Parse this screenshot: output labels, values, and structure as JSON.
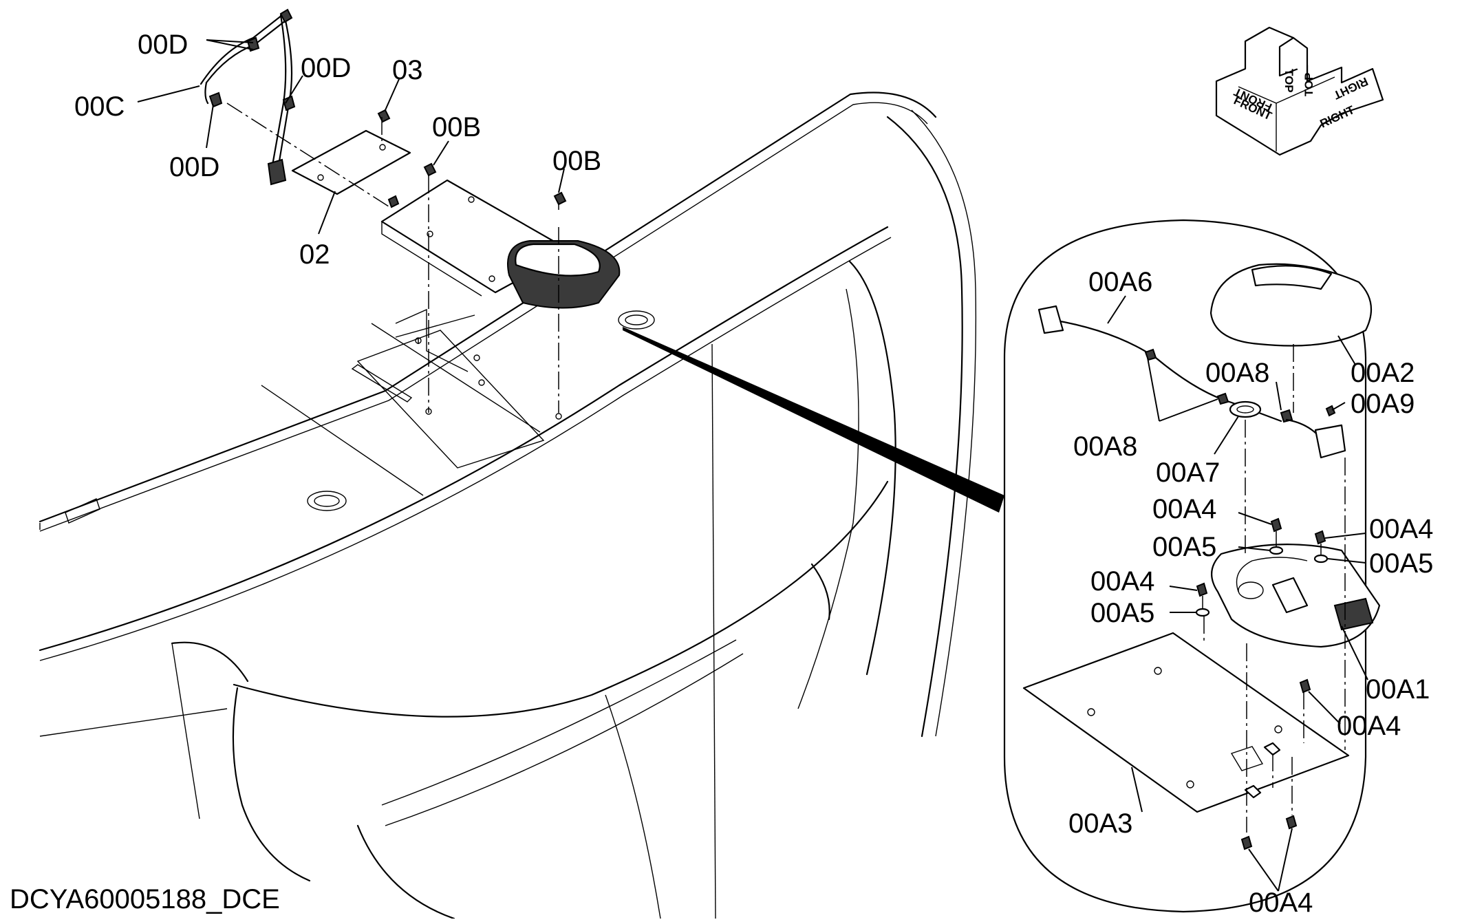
{
  "drawing_id": "DCYA60005188_DCE",
  "compass": {
    "front": "FRONT",
    "top": "TOP",
    "right": "RIGHT"
  },
  "callouts": {
    "c00D_a": "00D",
    "c00D_b": "00D",
    "c00D_c": "00D",
    "c00C": "00C",
    "c03": "03",
    "c00B_a": "00B",
    "c00B_b": "00B",
    "c02": "02",
    "cA6": "00A6",
    "cA2": "00A2",
    "cA8_a": "00A8",
    "cA9": "00A9",
    "cA8_b": "00A8",
    "cA7": "00A7",
    "cA4_a": "00A4",
    "cA4_b": "00A4",
    "cA5_a": "00A5",
    "cA5_b": "00A5",
    "cA4_c": "00A4",
    "cA5_c": "00A5",
    "cA1": "00A1",
    "cA4_d": "00A4",
    "cA3": "00A3",
    "cA4_e": "00A4"
  },
  "colors": {
    "line": "#000000",
    "background": "#ffffff",
    "part_dark": "#3a3a3a"
  }
}
